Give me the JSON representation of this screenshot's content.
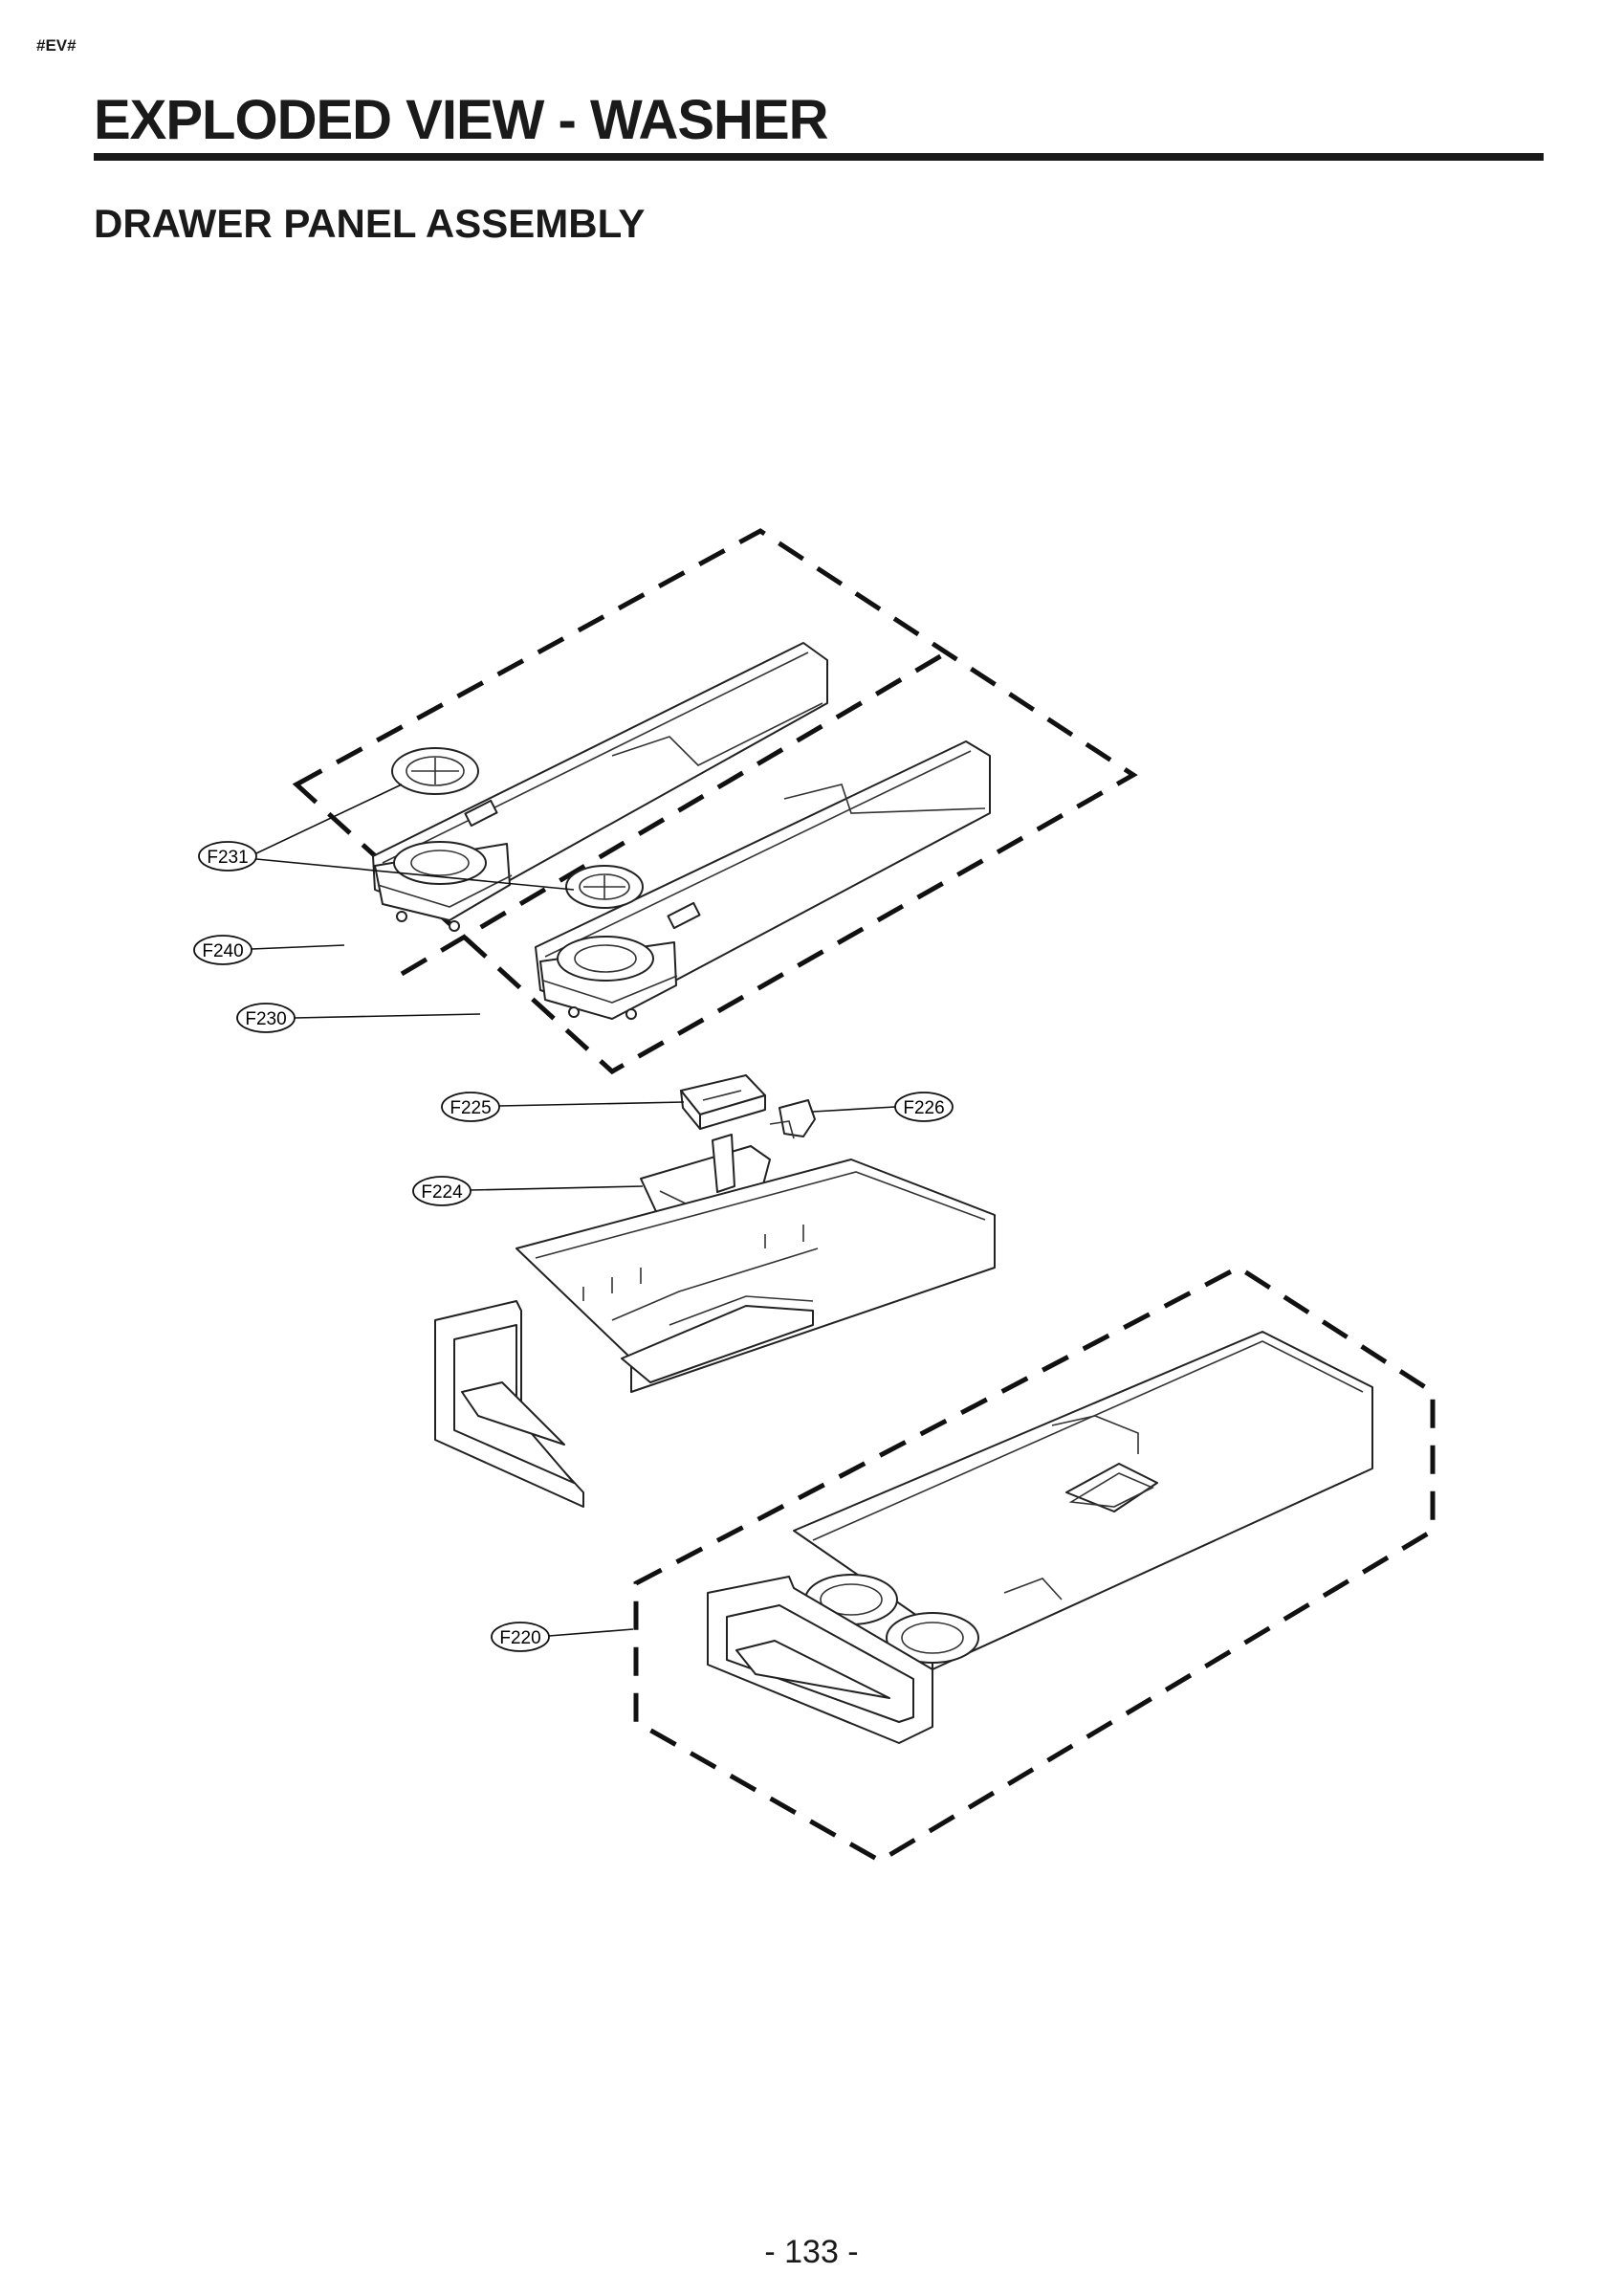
{
  "header": {
    "tag": "#EV#",
    "title": "EXPLODED VIEW - WASHER",
    "subtitle": "DRAWER PANEL ASSEMBLY"
  },
  "callouts": [
    {
      "id": "F231",
      "label": "F231"
    },
    {
      "id": "F240",
      "label": "F240"
    },
    {
      "id": "F230",
      "label": "F230"
    },
    {
      "id": "F225",
      "label": "F225"
    },
    {
      "id": "F226",
      "label": "F226"
    },
    {
      "id": "F224",
      "label": "F224"
    },
    {
      "id": "F220",
      "label": "F220"
    }
  ],
  "footer": {
    "page_number": "- 133 -"
  }
}
